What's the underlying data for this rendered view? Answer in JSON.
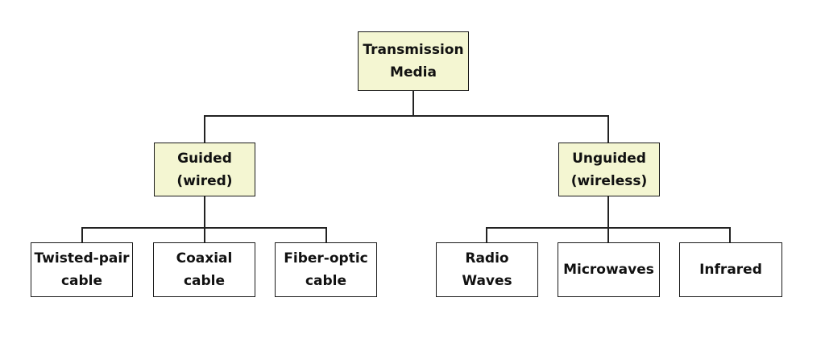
{
  "colors": {
    "category_fill": "#f4f6d2",
    "leaf_fill": "#ffffff",
    "border": "#1a1a1a",
    "connector": "#222222"
  },
  "tree": {
    "root": {
      "line1": "Transmission",
      "line2": "Media"
    },
    "guided": {
      "line1": "Guided",
      "line2": "(wired)",
      "children": [
        {
          "line1": "Twisted-pair",
          "line2": "cable"
        },
        {
          "line1": "Coaxial",
          "line2": "cable"
        },
        {
          "line1": "Fiber-optic",
          "line2": "cable"
        }
      ]
    },
    "unguided": {
      "line1": "Unguided",
      "line2": "(wireless)",
      "children": [
        {
          "line1": "Radio",
          "line2": "Waves"
        },
        {
          "line1": "Microwaves"
        },
        {
          "line1": "Infrared"
        }
      ]
    }
  }
}
